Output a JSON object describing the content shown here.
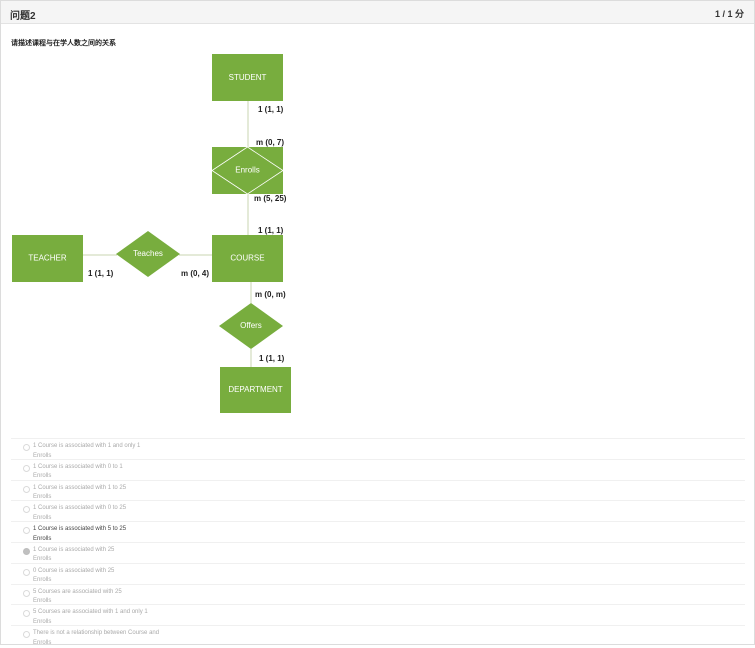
{
  "header": {
    "title": "问题2",
    "score": "1 / 1 分"
  },
  "prompt": "请描述课程与在学人数之间的关系",
  "diagram": {
    "entities": {
      "student": "STUDENT",
      "course": "COURSE",
      "teacher": "TEACHER",
      "department": "DEPARTMENT"
    },
    "relationships": {
      "enrolls": "Enrolls",
      "teaches": "Teaches",
      "offers": "Offers"
    },
    "cardinalities": {
      "student_enrolls": "1 (1, 1)",
      "enrolls_top": "m (0, 7)",
      "enrolls_bottom": "m (5, 25)",
      "course_top": "1 (1, 1)",
      "teacher_teaches": "1 (1, 1)",
      "course_teaches": "m (0, 4)",
      "course_offers": "m (0, m)",
      "department_offers": "1 (1, 1)"
    }
  },
  "options": [
    {
      "text": "1 Course is associated with 1 and only 1\nEnrolls",
      "checked": false,
      "chosen": false
    },
    {
      "text": "1 Course is associated with 0 to 1\nEnrolls",
      "checked": false,
      "chosen": false
    },
    {
      "text": "1 Course is associated with 1 to 25\nEnrolls",
      "checked": false,
      "chosen": false
    },
    {
      "text": "1 Course is associated with 0 to 25\nEnrolls",
      "checked": false,
      "chosen": false
    },
    {
      "text": "1 Course is associated with 5 to 25\nEnrolls",
      "checked": false,
      "chosen": true
    },
    {
      "text": "1 Course is associated with 25\nEnrolls",
      "checked": true,
      "chosen": false
    },
    {
      "text": "0 Course is associated with 25\nEnrolls",
      "checked": false,
      "chosen": false
    },
    {
      "text": "5 Courses are associated with 25\nEnrolls",
      "checked": false,
      "chosen": false
    },
    {
      "text": "5 Courses are associated with 1 and only 1\nEnrolls",
      "checked": false,
      "chosen": false
    },
    {
      "text": "There is not a relationship between Course and\nEnrolls",
      "checked": false,
      "chosen": false
    }
  ]
}
